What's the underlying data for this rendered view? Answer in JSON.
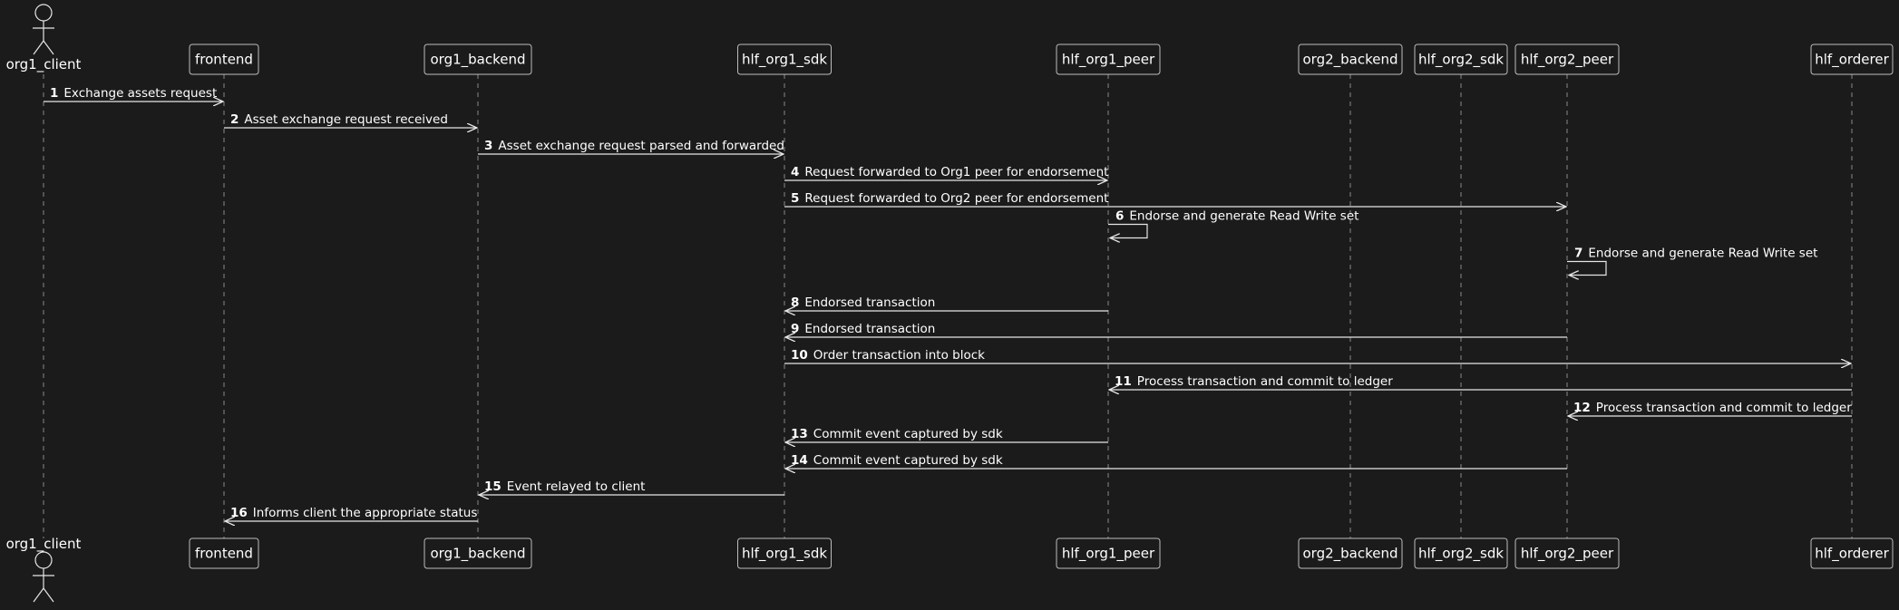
{
  "participants": [
    {
      "id": "org1_client",
      "label": "org1_client",
      "kind": "actor"
    },
    {
      "id": "frontend",
      "label": "frontend",
      "kind": "box"
    },
    {
      "id": "org1_backend",
      "label": "org1_backend",
      "kind": "box"
    },
    {
      "id": "hlf_org1_sdk",
      "label": "hlf_org1_sdk",
      "kind": "box"
    },
    {
      "id": "hlf_org1_peer",
      "label": "hlf_org1_peer",
      "kind": "box"
    },
    {
      "id": "org2_backend",
      "label": "org2_backend",
      "kind": "box"
    },
    {
      "id": "hlf_org2_sdk",
      "label": "hlf_org2_sdk",
      "kind": "box"
    },
    {
      "id": "hlf_org2_peer",
      "label": "hlf_org2_peer",
      "kind": "box"
    },
    {
      "id": "hlf_orderer",
      "label": "hlf_orderer",
      "kind": "box"
    }
  ],
  "messages": [
    {
      "n": "1",
      "from": "org1_client",
      "to": "frontend",
      "text": "Exchange assets request"
    },
    {
      "n": "2",
      "from": "frontend",
      "to": "org1_backend",
      "text": "Asset exchange request received"
    },
    {
      "n": "3",
      "from": "org1_backend",
      "to": "hlf_org1_sdk",
      "text": "Asset exchange request parsed and forwarded"
    },
    {
      "n": "4",
      "from": "hlf_org1_sdk",
      "to": "hlf_org1_peer",
      "text": "Request forwarded to Org1 peer for endorsement"
    },
    {
      "n": "5",
      "from": "hlf_org1_sdk",
      "to": "hlf_org2_peer",
      "text": "Request forwarded to Org2 peer for endorsement"
    },
    {
      "n": "6",
      "from": "hlf_org1_peer",
      "to": "hlf_org1_peer",
      "text": "Endorse and generate Read Write set"
    },
    {
      "n": "7",
      "from": "hlf_org2_peer",
      "to": "hlf_org2_peer",
      "text": "Endorse and generate Read Write set"
    },
    {
      "n": "8",
      "from": "hlf_org1_peer",
      "to": "hlf_org1_sdk",
      "text": "Endorsed transaction"
    },
    {
      "n": "9",
      "from": "hlf_org2_peer",
      "to": "hlf_org1_sdk",
      "text": "Endorsed transaction"
    },
    {
      "n": "10",
      "from": "hlf_org1_sdk",
      "to": "hlf_orderer",
      "text": "Order transaction into block"
    },
    {
      "n": "11",
      "from": "hlf_orderer",
      "to": "hlf_org1_peer",
      "text": "Process transaction and commit to ledger"
    },
    {
      "n": "12",
      "from": "hlf_orderer",
      "to": "hlf_org2_peer",
      "text": "Process transaction and commit to ledger"
    },
    {
      "n": "13",
      "from": "hlf_org1_peer",
      "to": "hlf_org1_sdk",
      "text": "Commit event captured by sdk"
    },
    {
      "n": "14",
      "from": "hlf_org2_peer",
      "to": "hlf_org1_sdk",
      "text": "Commit event captured by sdk"
    },
    {
      "n": "15",
      "from": "hlf_org1_sdk",
      "to": "org1_backend",
      "text": "Event relayed to client"
    },
    {
      "n": "16",
      "from": "org1_backend",
      "to": "frontend",
      "text": "Informs client the appropriate status"
    }
  ],
  "colors": {
    "background": "#1b1b1b",
    "stroke": "#e6e6e6",
    "box_border": "#bdbdbd",
    "lifeline": "#8a8a8a",
    "text": "#ffffff"
  }
}
